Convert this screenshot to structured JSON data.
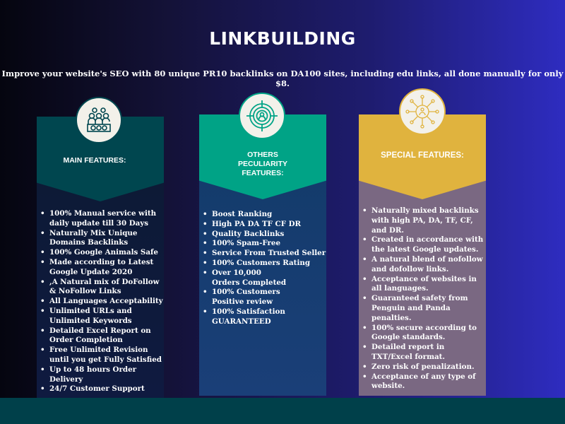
{
  "title": "LINKBUILDING",
  "subtitle": "Improve your website's SEO with 80 unique PR10 backlinks on DA100 sites, including edu links, all done manually for only $8.",
  "colors": {
    "card1_head": "#00464f",
    "card2_head": "#00a386",
    "card3_head": "#e0b33e"
  },
  "cards": [
    {
      "label": "MAIN FEATURES:",
      "icon": "team-icon",
      "items": [
        "100% Manual service with daily update till 30 Days",
        "Naturally Mix Unique Domains Backlinks",
        "100% Google Animals Safe",
        "Made according to Latest Google Update 2020",
        ",A Natural mix of DoFollow & NoFollow Links",
        "All Languages Acceptability",
        "Unlimited URLs and Unlimited Keywords",
        "Detailed Excel Report on Order Completion",
        "Free Unlimited Revision until you get Fully Satisfied",
        "Up to 48 hours Order Delivery",
        "24/7 Customer Support"
      ]
    },
    {
      "label": "OTHERS PECULIARITY FEATURES:",
      "icon": "target-user-icon",
      "items": [
        "Boost Ranking",
        "High PA DA TF CF DR",
        "Quality Backlinks",
        "100% Spam-Free",
        "Service From Trusted Seller",
        "100% Customers Rating",
        "Over 10,000 Orders Completed",
        "100% Customers Positive review",
        "100% Satisfaction GUARANTEED"
      ]
    },
    {
      "label": "SPECIAL FEATURES:",
      "icon": "network-icon",
      "items": [
        "Naturally mixed backlinks with high PA, DA, TF, CF, and DR.",
        "Created in accordance with the latest Google updates.",
        "A natural blend of nofollow and dofollow links.",
        "Acceptance of websites in all languages.",
        "Guaranteed safety from Penguin and Panda penalties.",
        "100% secure according to Google standards.",
        "Detailed report in TXT/Excel format.",
        "Zero risk of penalization.",
        "Acceptance of any type of website."
      ]
    }
  ]
}
